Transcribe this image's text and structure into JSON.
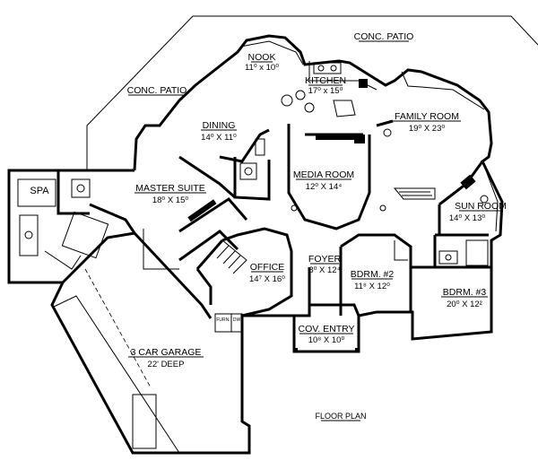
{
  "patios": {
    "top": "CONC. PATIO",
    "left": "CONC. PATIO"
  },
  "rooms": [
    {
      "id": "nook",
      "name": "NOOK",
      "dims": "11⁰ x 10⁰"
    },
    {
      "id": "kitchen",
      "name": "KITCHEN",
      "dims": "17⁰ x 15⁰"
    },
    {
      "id": "family",
      "name": "FAMILY ROOM",
      "dims": "19⁰ X 23⁰"
    },
    {
      "id": "dining",
      "name": "DINING",
      "dims": "14⁰ X 11⁰"
    },
    {
      "id": "media",
      "name": "MEDIA ROOM",
      "dims": "12⁰ X 14⁴"
    },
    {
      "id": "master",
      "name": "MASTER SUITE",
      "dims": "18⁰ X 15⁰"
    },
    {
      "id": "sun",
      "name": "SUN ROOM",
      "dims": "14⁰ X 13⁰"
    },
    {
      "id": "office",
      "name": "OFFICE",
      "dims": "14⁷ X 16⁰"
    },
    {
      "id": "foyer",
      "name": "FOYER",
      "dims": "8⁰ X 12⁴"
    },
    {
      "id": "bdrm2",
      "name": "BDRM. #2",
      "dims": "11⁸ X 12⁰"
    },
    {
      "id": "bdrm3",
      "name": "BDRM. #3",
      "dims": "20⁰ X 12²"
    },
    {
      "id": "entry",
      "name": "COV. ENTRY",
      "dims": "10⁸ X 10⁰"
    },
    {
      "id": "garage",
      "name": "3 CAR GARAGE",
      "dims": "22' DEEP"
    }
  ],
  "fixtures": {
    "spa": "SPA",
    "furn": "FURN.",
    "dw": "DW"
  },
  "caption": "FLOOR PLAN"
}
